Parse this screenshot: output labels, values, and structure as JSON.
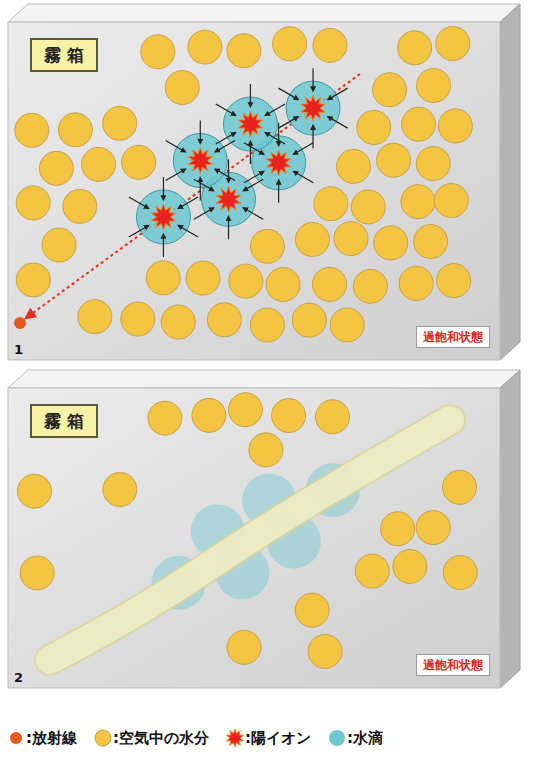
{
  "diagram": {
    "nodes": [
      {
        "text": [
          "1"
        ]
      },
      {
        "text": [
          "霧 箱"
        ],
        "in": 0
      },
      {
        "text": [
          "過飽和状態"
        ],
        "in": 0
      },
      {
        "text": [
          "2"
        ]
      },
      {
        "text": [
          "霧 箱"
        ],
        "in": 3
      },
      {
        "text": [
          "過飽和状態"
        ],
        "in": 3
      }
    ],
    "legend": [
      {
        "text": ":放射線",
        "color": "#e8581e"
      },
      {
        "text": ":空気中の水分",
        "color": "#f4c542"
      },
      {
        "text": ":陽イオン",
        "color": "#e8231d"
      },
      {
        "text": ":水滴",
        "color": "#6fc8d2"
      }
    ]
  }
}
